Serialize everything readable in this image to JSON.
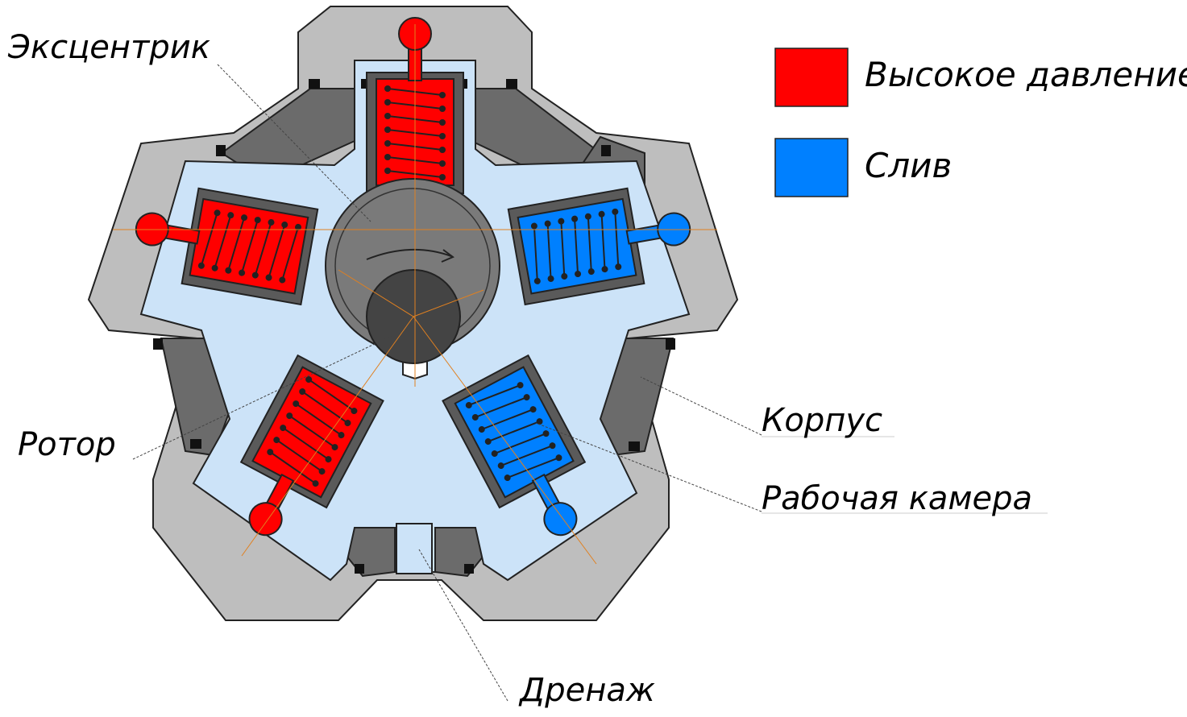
{
  "labels": {
    "eccentric": "Эксцентрик",
    "rotor": "Ротор",
    "housing": "Корпус",
    "chamber": "Рабочая камера",
    "drain": "Дренаж"
  },
  "legend": [
    {
      "color": "#ff0000",
      "label": "Высокое давление"
    },
    {
      "color": "#0080ff",
      "label": "Слив"
    }
  ],
  "colors": {
    "housing_outer": "#bebebe",
    "housing_inner": "#6b6b6b",
    "rotor": "#cce3f8",
    "high_pressure": "#ff0000",
    "drain": "#0080ff",
    "eccentric": "#7a7a7a",
    "shaft": "#444444"
  },
  "pistons": [
    {
      "state": "high_pressure"
    },
    {
      "state": "drain"
    },
    {
      "state": "drain"
    },
    {
      "state": "high_pressure"
    },
    {
      "state": "high_pressure"
    }
  ]
}
